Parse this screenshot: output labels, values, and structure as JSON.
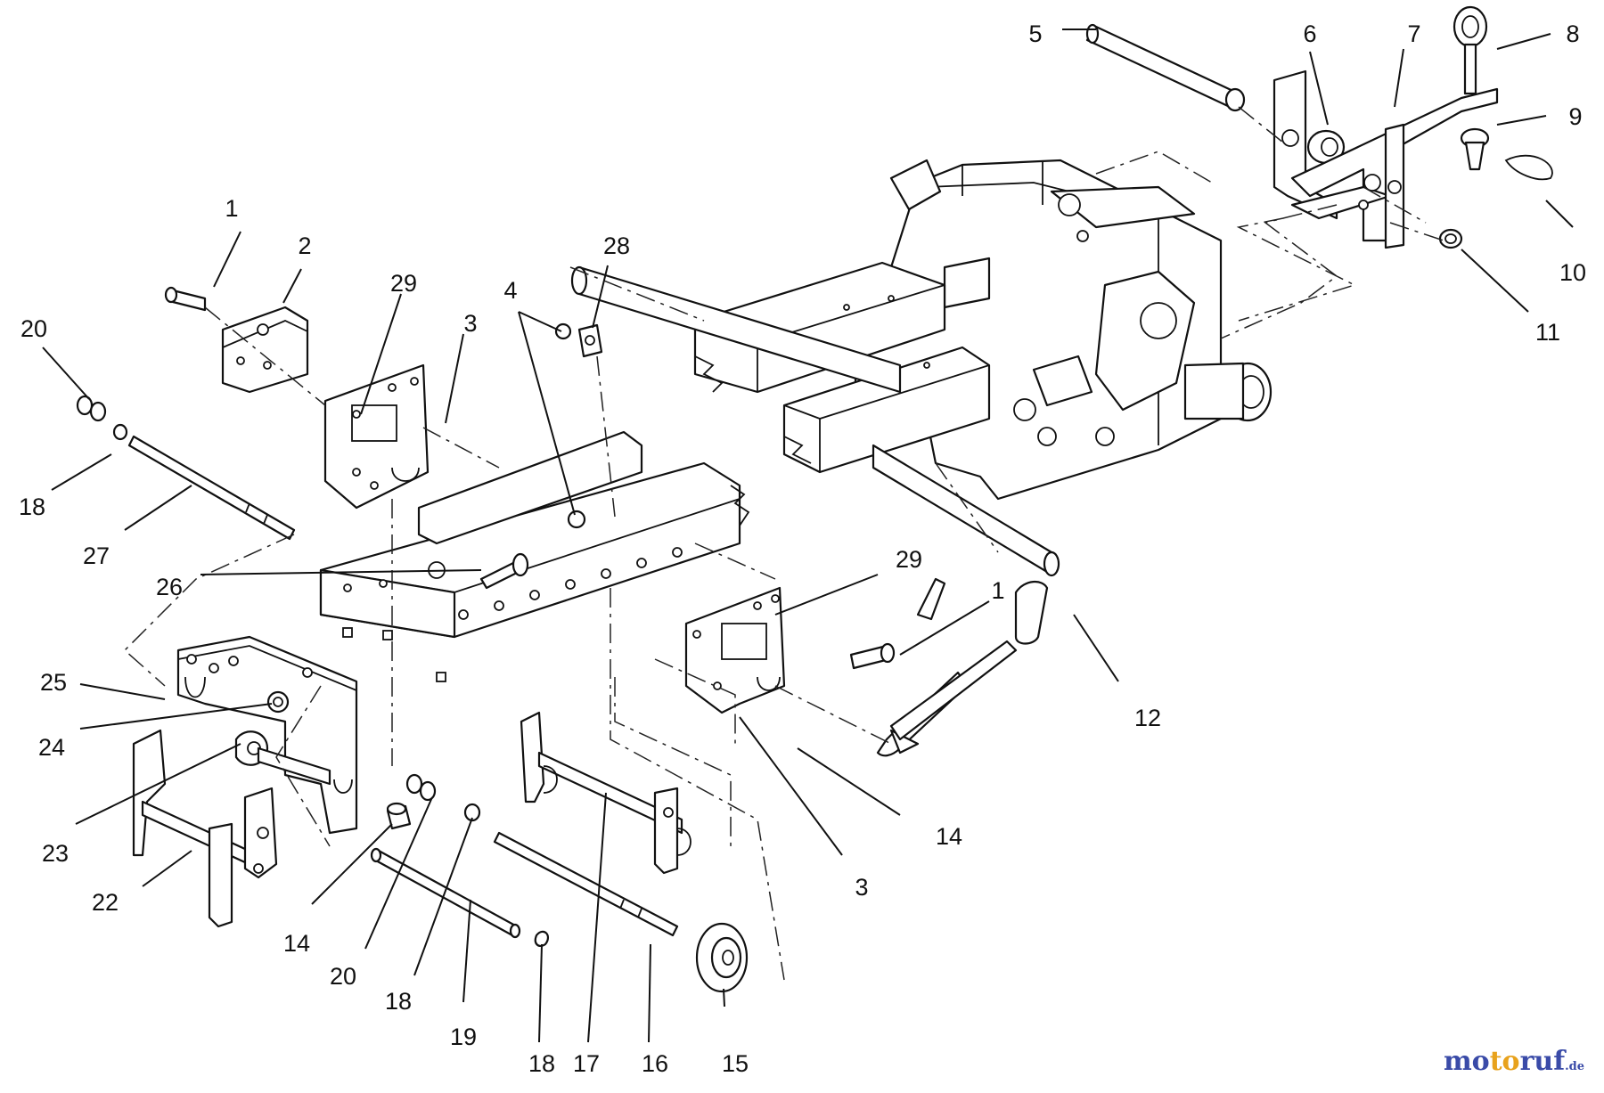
{
  "callouts": [
    {
      "id": "c1a",
      "label": "1"
    },
    {
      "id": "c2",
      "label": "2"
    },
    {
      "id": "c20a",
      "label": "20"
    },
    {
      "id": "c18a",
      "label": "18"
    },
    {
      "id": "c27",
      "label": "27"
    },
    {
      "id": "c29a",
      "label": "29"
    },
    {
      "id": "c3a",
      "label": "3"
    },
    {
      "id": "c4",
      "label": "4"
    },
    {
      "id": "c28",
      "label": "28"
    },
    {
      "id": "c26",
      "label": "26"
    },
    {
      "id": "c25",
      "label": "25"
    },
    {
      "id": "c24",
      "label": "24"
    },
    {
      "id": "c23",
      "label": "23"
    },
    {
      "id": "c22",
      "label": "22"
    },
    {
      "id": "c14a",
      "label": "14"
    },
    {
      "id": "c20b",
      "label": "20"
    },
    {
      "id": "c18b",
      "label": "18"
    },
    {
      "id": "c19",
      "label": "19"
    },
    {
      "id": "c18c",
      "label": "18"
    },
    {
      "id": "c17",
      "label": "17"
    },
    {
      "id": "c16",
      "label": "16"
    },
    {
      "id": "c15",
      "label": "15"
    },
    {
      "id": "c3b",
      "label": "3"
    },
    {
      "id": "c14b",
      "label": "14"
    },
    {
      "id": "c12",
      "label": "12"
    },
    {
      "id": "c29b",
      "label": "29"
    },
    {
      "id": "c1b",
      "label": "1"
    },
    {
      "id": "c5",
      "label": "5"
    },
    {
      "id": "c6",
      "label": "6"
    },
    {
      "id": "c7",
      "label": "7"
    },
    {
      "id": "c8",
      "label": "8"
    },
    {
      "id": "c9",
      "label": "9"
    },
    {
      "id": "c10",
      "label": "10"
    },
    {
      "id": "c11",
      "label": "11"
    }
  ],
  "logo": {
    "part1": "mo",
    "part2": "to",
    "part3": "ruf",
    "suffix": ".de"
  }
}
